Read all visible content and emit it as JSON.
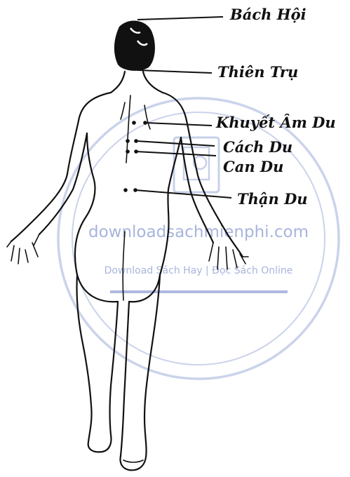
{
  "labels": {
    "bach_hoi": "Bách Hội",
    "thien_tru": "Thiên Trụ",
    "khuyet_am_du": "Khuyết Âm Du",
    "cach_du": "Cách Du",
    "can_du": "Can Du",
    "than_du": "Thận Du"
  },
  "watermark": {
    "site": "downloadsachmienphi.com",
    "tagline": "Download Sách Hay | Đọc Sách Online",
    "color": "#9aa8d8"
  }
}
